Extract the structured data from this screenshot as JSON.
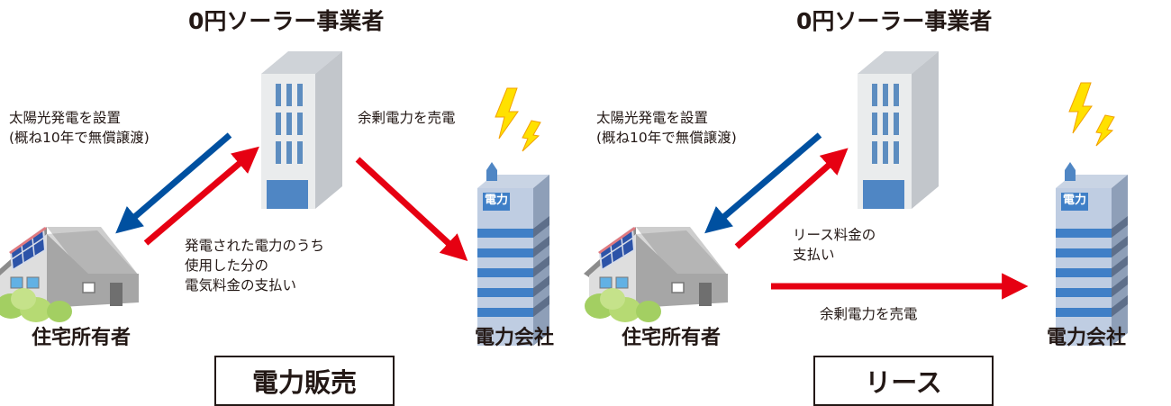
{
  "panels": [
    {
      "company": "0円ソーラー事業者",
      "install_label": "太陽光発電を設置\n(概ね10年で無償譲渡)",
      "homeowner_payment_label": "発電された電力のうち\n使用した分の\n電気料金の支払い",
      "sell_label": "余剰電力を売電",
      "homeowner": "住宅所有者",
      "utility": "電力会社",
      "utility_sign": "電力",
      "model": "電力販売"
    },
    {
      "company": "0円ソーラー事業者",
      "install_label": "太陽光発電を設置\n(概ね10年で無償譲渡)",
      "homeowner_payment_label": "リース料金の\n支払い",
      "sell_label": "余剰電力を売電",
      "homeowner": "住宅所有者",
      "utility": "電力会社",
      "utility_sign": "電力",
      "model": "リース"
    }
  ],
  "colors": {
    "arrow_red": "#e60012",
    "arrow_blue": "#0050a0",
    "bolt": "#ffe100",
    "text": "#231815"
  }
}
